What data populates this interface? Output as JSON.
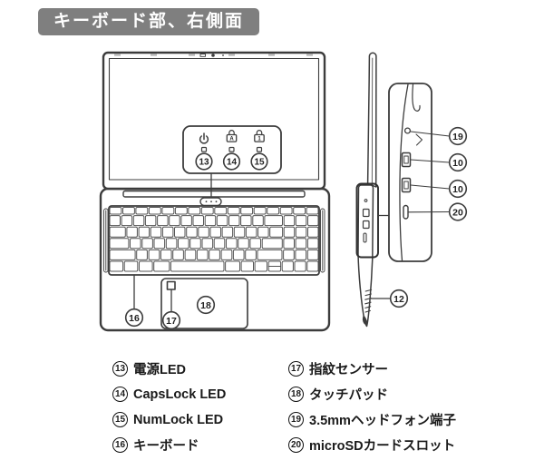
{
  "title": "キーボード部、右側面",
  "colors": {
    "title_bg": "#7f7f7f",
    "title_text": "#ffffff",
    "line_art": "#3c3c3c",
    "text": "#1a1a1a"
  },
  "front_view": {
    "indicators": [
      {
        "num": "13",
        "icon": "power-icon"
      },
      {
        "num": "14",
        "icon": "capslock-lock-icon",
        "glyph": "A"
      },
      {
        "num": "15",
        "icon": "numlock-lock-icon",
        "glyph": "1"
      }
    ],
    "callouts": [
      {
        "num": "16",
        "target": "keyboard"
      },
      {
        "num": "17",
        "target": "fingerprint-sensor"
      },
      {
        "num": "18",
        "target": "touchpad"
      }
    ]
  },
  "side_view": {
    "callouts": [
      {
        "num": "19",
        "target": "headphone-jack"
      },
      {
        "num": "10",
        "target": "usb-port-upper"
      },
      {
        "num": "10",
        "target": "usb-port-lower"
      },
      {
        "num": "20",
        "target": "microsd-slot"
      },
      {
        "num": "12",
        "target": "vent"
      }
    ]
  },
  "legend": {
    "left": [
      {
        "num": "13",
        "label": "電源LED"
      },
      {
        "num": "14",
        "label": "CapsLock LED"
      },
      {
        "num": "15",
        "label": "NumLock LED"
      },
      {
        "num": "16",
        "label": "キーボード"
      }
    ],
    "right": [
      {
        "num": "17",
        "label": "指紋センサー"
      },
      {
        "num": "18",
        "label": "タッチパッド"
      },
      {
        "num": "19",
        "label": "3.5mmヘッドフォン端子"
      },
      {
        "num": "20",
        "label": "microSDカードスロット"
      }
    ]
  }
}
